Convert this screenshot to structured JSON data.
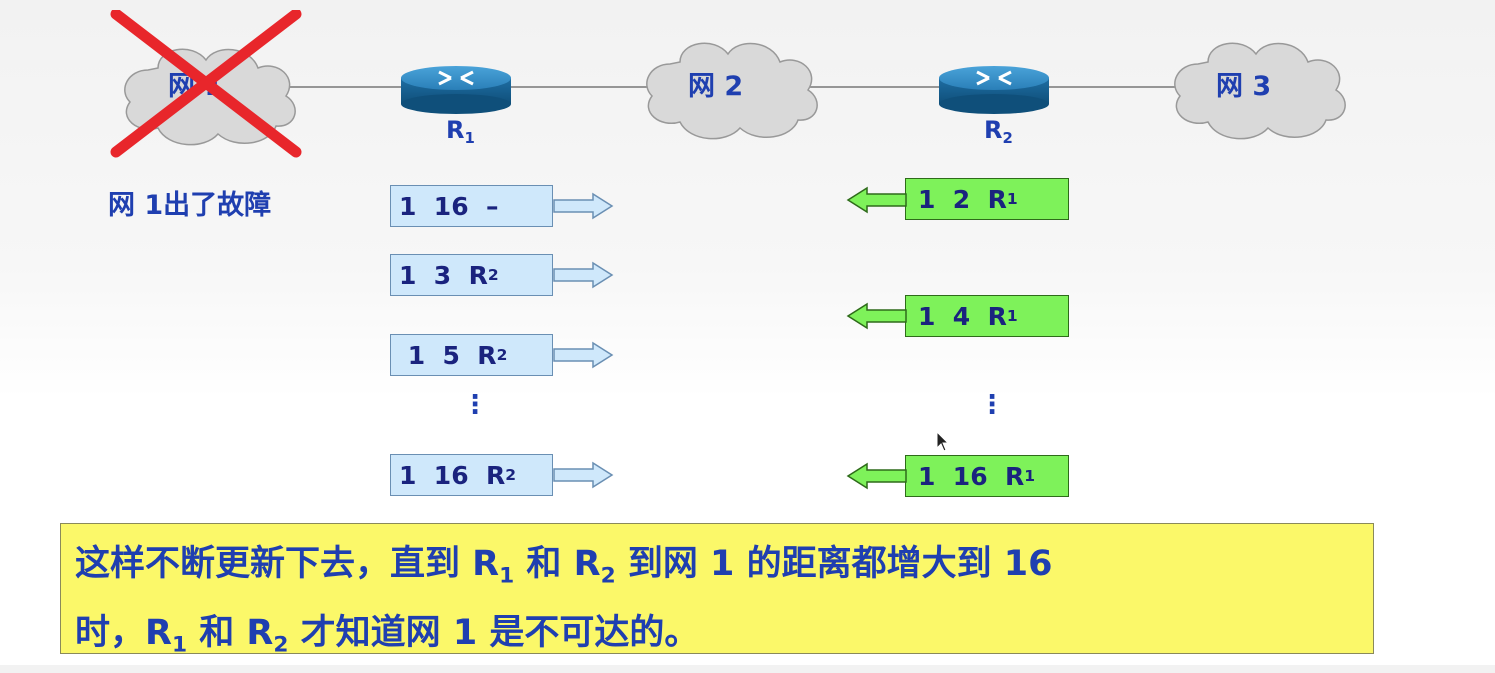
{
  "network": {
    "net1_label": "网 1",
    "net2_label": "网 2",
    "net3_label": "网 3",
    "router1_label": "R",
    "router1_sub": "1",
    "router2_label": "R",
    "router2_sub": "2",
    "fault_text": "网 1出了故障"
  },
  "r1_updates": [
    {
      "text": "1  16  –",
      "sub": ""
    },
    {
      "text": "1  3  R",
      "sub": "2"
    },
    {
      "text": " 1  5  R",
      "sub": "2"
    },
    {
      "text": "1  16  R",
      "sub": "2"
    }
  ],
  "r2_updates": [
    {
      "text": "1  2  R",
      "sub": "1"
    },
    {
      "text": "1  4  R",
      "sub": "1"
    },
    {
      "text": "1  16  R",
      "sub": "1"
    }
  ],
  "ellipsis": "⋮",
  "note": {
    "p1": "这样不断更新下去，直到 R",
    "s1": "1",
    "p2": " 和 R",
    "s2": "2",
    "p3": " 到网 1 的距离都增大到 16",
    "p4": "时，R",
    "s3": "1",
    "p5": " 和 R",
    "s4": "2",
    "p6": " 才知道网 1 是不可达的。"
  },
  "colors": {
    "label_blue": "#1f3fb0",
    "r1_box": "#cfe8fb",
    "r2_box": "#7ef25a",
    "note_bg": "#fbf869",
    "cross_red": "#e8262b"
  },
  "icons": [
    "cloud-icon",
    "router-icon",
    "cross-icon",
    "arrow-right-icon",
    "arrow-left-icon",
    "cursor-icon"
  ]
}
